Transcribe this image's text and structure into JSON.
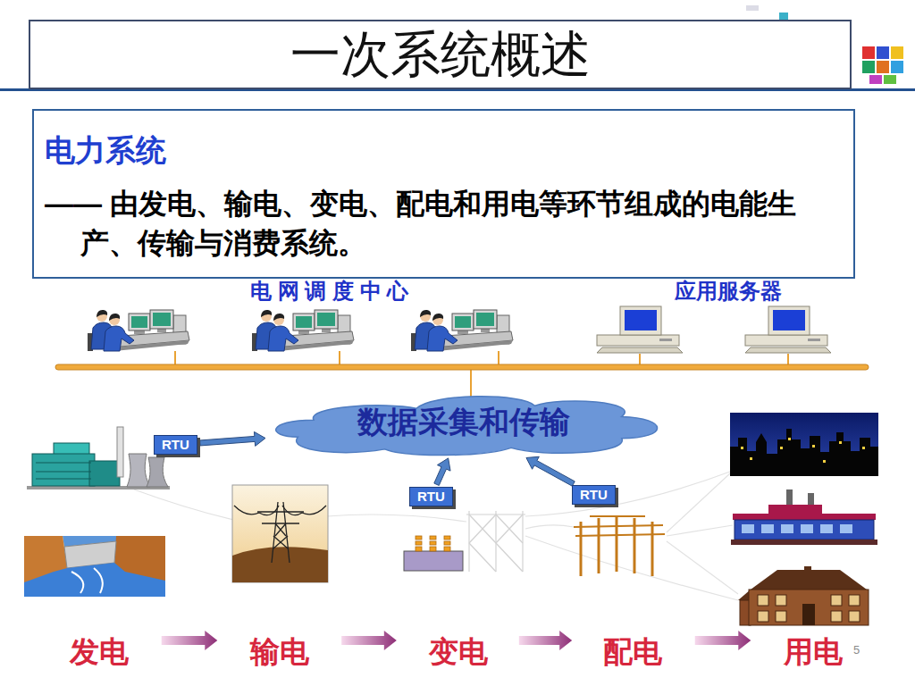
{
  "diagram": {
    "title": "一次系统概述",
    "nodes": [
      {
        "text": [
          "电力系统",
          "—— 由发电、输电、变电、配电和用电等环节组成的电能生产、传输与消费系统。"
        ]
      },
      {
        "text": [
          "数据采集和传输"
        ]
      },
      {
        "text": [
          "RTU"
        ]
      },
      {
        "text": [
          "RTU"
        ]
      },
      {
        "text": [
          "RTU"
        ]
      },
      {
        "text": [
          "发电"
        ]
      },
      {
        "text": [
          "输电"
        ]
      },
      {
        "text": [
          "变电"
        ]
      },
      {
        "text": [
          "配电"
        ]
      },
      {
        "text": [
          "用电"
        ]
      }
    ],
    "edges": [
      {
        "from": 2,
        "to": 1,
        "arrow": "to"
      },
      {
        "from": 3,
        "to": 1,
        "arrow": "to"
      },
      {
        "from": 4,
        "to": 1,
        "arrow": "to"
      },
      {
        "from": 5,
        "to": 6,
        "arrow": "to"
      },
      {
        "from": 6,
        "to": 7,
        "arrow": "to"
      },
      {
        "from": 7,
        "to": 8,
        "arrow": "to"
      },
      {
        "from": 8,
        "to": 9,
        "arrow": "to"
      }
    ],
    "labels": [
      "电 网 调 度 中 心",
      "应用服务器",
      "5"
    ]
  }
}
